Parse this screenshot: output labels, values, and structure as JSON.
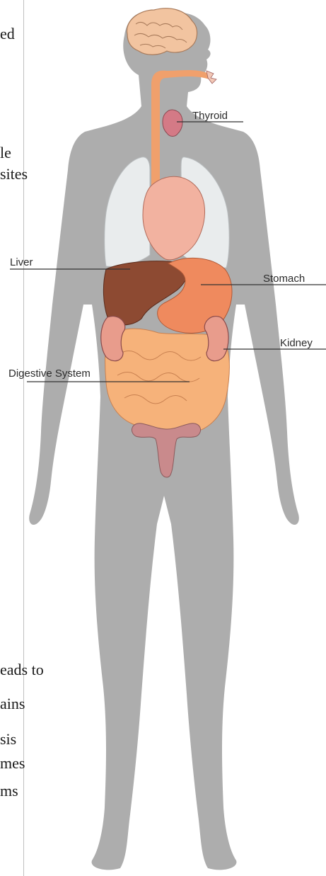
{
  "clipped_text": [
    "ed",
    "le",
    "sites",
    "eads to",
    "ains",
    "sis",
    "mes",
    "ms"
  ],
  "labels": {
    "thyroid": "Thyroid",
    "liver": "Liver",
    "stomach": "Stomach",
    "kidney": "Kidney",
    "digestive": "Digestive System"
  },
  "colors": {
    "body_silhouette": "#adadad",
    "brain": "#f2c4a0",
    "lungs": "#e9eced",
    "heart": "#f2b2a0",
    "liver": "#8d4a32",
    "stomach": "#ef8a5e",
    "intestines": "#f6b27a",
    "kidney": "#e89c8c",
    "esophagus": "#f0a06c",
    "uterus": "#c98a8c"
  }
}
